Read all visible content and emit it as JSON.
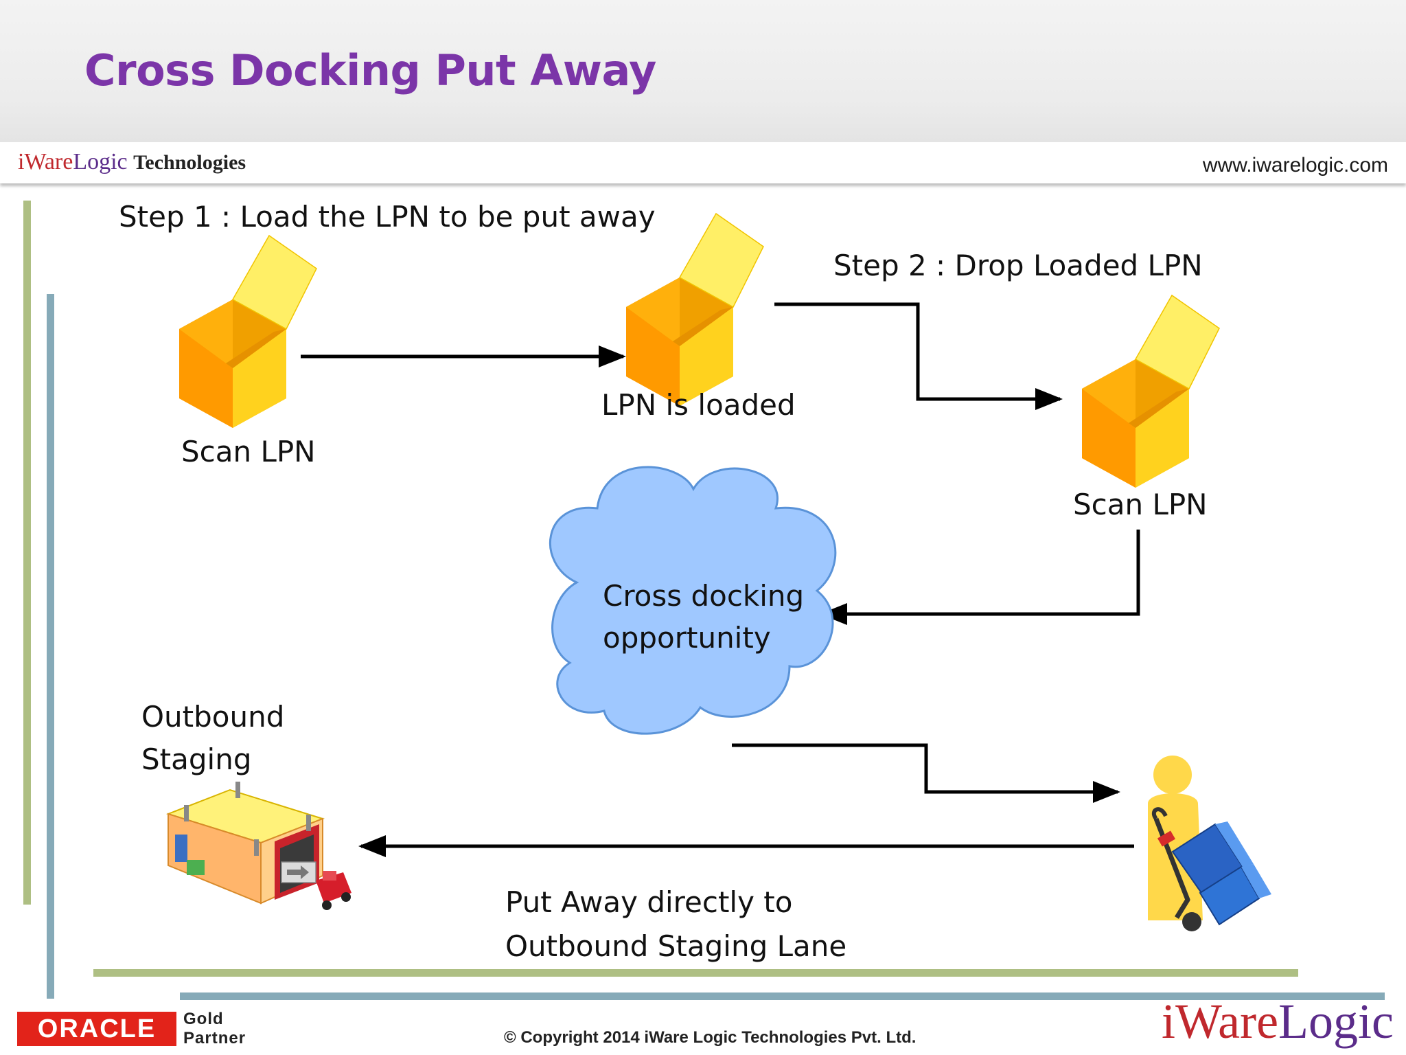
{
  "slide": {
    "title": "Cross Docking Put Away",
    "brand": {
      "i": "i",
      "ware": "Ware",
      "logic": "Logic",
      "suffix": "Technologies"
    },
    "url": "www.iwarelogic.com"
  },
  "diagram": {
    "step1": "Step 1 : Load the LPN to be put away",
    "step2": "Step 2 : Drop Loaded LPN",
    "scan_lpn_1": "Scan LPN",
    "lpn_loaded": "LPN is loaded",
    "scan_lpn_2": "Scan LPN",
    "cloud_line1": "Cross docking",
    "cloud_line2": "opportunity",
    "outbound_line1": "Outbound",
    "outbound_line2": "Staging",
    "putaway_line1": "Put Away directly to",
    "putaway_line2": "Outbound Staging Lane",
    "box_icon": "open-box-icon",
    "cloud_icon": "cloud-icon",
    "warehouse_icon": "warehouse-icon",
    "worker_icon": "worker-hand-truck-icon"
  },
  "footer": {
    "oracle": "ORACLE",
    "partner_line1": "Gold",
    "partner_line2": "Partner",
    "copyright": "© Copyright 2014 iWare Logic Technologies Pvt. Ltd.",
    "brand_i": "i",
    "brand_ware": "Ware",
    "brand_logic": "Logic"
  },
  "colors": {
    "title": "#7b35a8",
    "box_orange": "#ff9d00",
    "box_yellow": "#ffe03a",
    "cloud": "#9fc9ff",
    "accent_green": "#aebf83",
    "accent_blue": "#86aab8",
    "oracle_red": "#e2231a"
  }
}
